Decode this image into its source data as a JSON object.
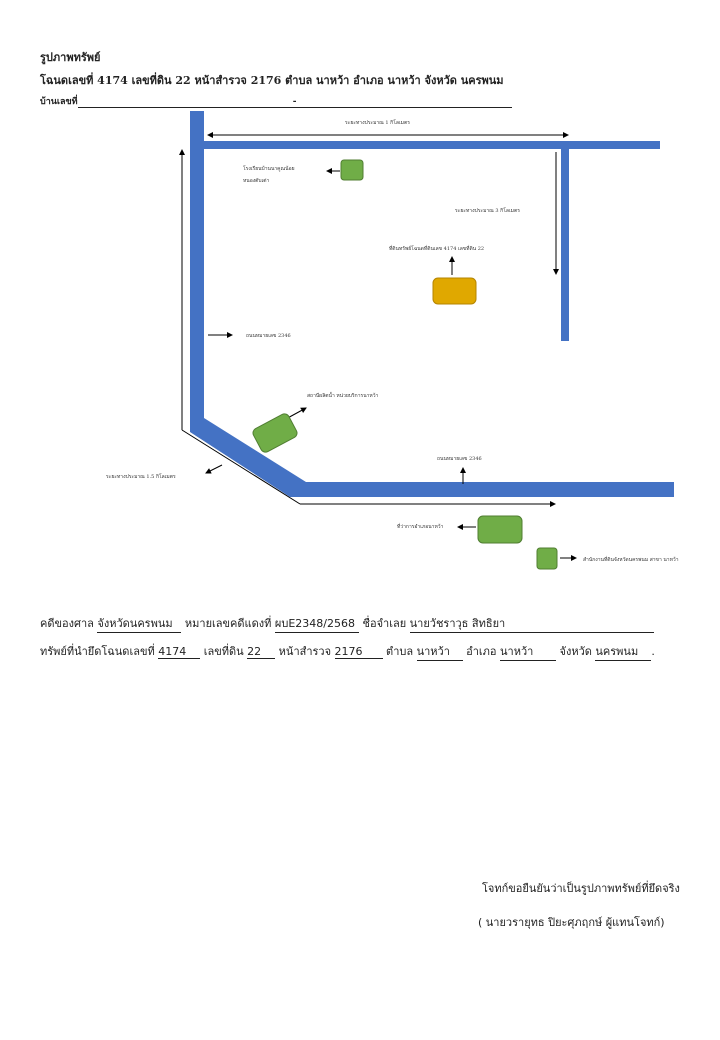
{
  "header": {
    "title": "รูปภาพทรัพย์",
    "deed_line": "โฉนดเลขที่ 4174 เลขที่ดิน 22 หน้าสำรวจ 2176 ตำบล นาหว้า อำเภอ นาหว้า จังหวัด นครพนม",
    "house_label": "บ้านเลขที่",
    "house_value": "-"
  },
  "map": {
    "distance_top": "ระยะทางประมาณ 1 กิโลเมตร",
    "distance_right": "ระยะทางประมาณ 3 กิโลเมตร",
    "distance_left_bottom": "ระยะทางประมาณ 1.5 กิโลเมตร",
    "school_line1": "โรงเรียนบ้านนาคูณน้อย",
    "school_line2": "หนองตับเต่า",
    "property": "ที่ดินทรัพย์โฉนดที่ดินเลข 4174 เลขที่ดิน 22",
    "road_left": "ถนนหมายเลข 2346",
    "road_bottom": "ถนนหมายเลข 2346",
    "water": "สถานีผลิตน้ำ หน่วยบริการนาหว้า",
    "district_office": "ที่ว่าการอำเภอนาหว้า",
    "land_office": "สำนักงานที่ดินจังหวัดนครพนม สาขา นาหว้า",
    "colors": {
      "road": "#4472c4",
      "landmark": "#70ad47",
      "property": "#e0a800"
    }
  },
  "case": {
    "court_label": "คดีของศาล",
    "court_value": "จังหวัดนครพนม",
    "case_no_label": "หมายเลขคดีแดงที่",
    "case_no_value": "ผบE2348/2568",
    "defendant_label": "ชื่อจำเลย",
    "defendant_value": "นายวัชราวุธ สิทธิยา"
  },
  "seized": {
    "deed_label": "ทรัพย์ที่นำยึดโฉนดเลขที่",
    "deed_value": "4174",
    "land_label": "เลขที่ดิน",
    "land_value": "22",
    "survey_label": "หน้าสำรวจ",
    "survey_value": "2176",
    "tambon_label": "ตำบล",
    "tambon_value": "นาหว้า",
    "amphoe_label": "อำเภอ",
    "amphoe_value": "นาหว้า",
    "province_label": "จังหวัด",
    "province_value": "นครพนม",
    "end": "."
  },
  "signature": {
    "line1": "โจทก์ขอยืนยันว่าเป็นรูปภาพทรัพย์ที่ยึดจริง",
    "line2": "( นายวรายุทธ ปิยะศุภฤกษ์ ผู้แทนโจทก์)"
  }
}
